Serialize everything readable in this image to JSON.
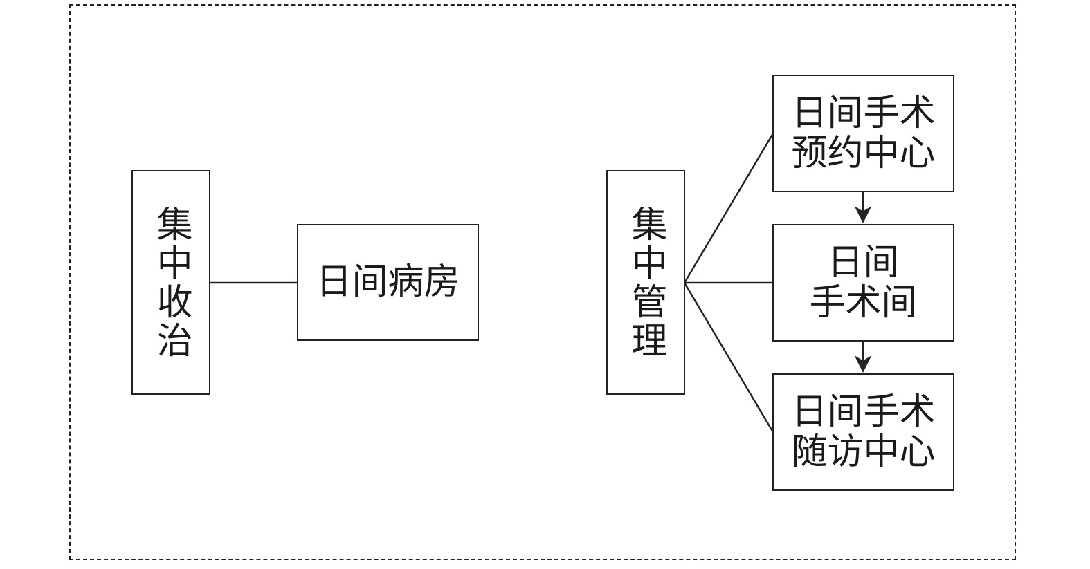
{
  "diagram": {
    "nodes": {
      "centralized_admission": "集中收治",
      "day_ward": "日间病房",
      "centralized_management": "集中管理",
      "booking_center": "日间手术\n预约中心",
      "operating_room": "日间\n手术间",
      "followup_center": "日间手术\n随访中心"
    }
  }
}
